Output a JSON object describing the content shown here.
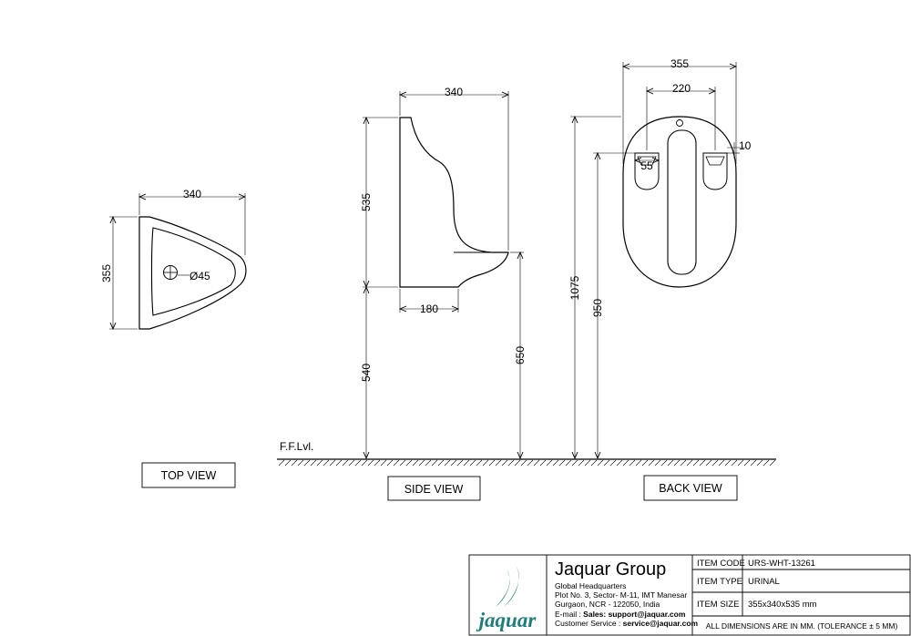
{
  "dimensions": {
    "top_width": "340",
    "top_depth": "355",
    "outlet": "Ø45",
    "side_depth": "340",
    "side_height": "535",
    "side_base": "180",
    "side_lower_height": "540",
    "side_rim_height": "650",
    "back_width": "355",
    "back_hole_spacing": "220",
    "back_edge": "10",
    "back_hole": "55",
    "back_total_height": "1075",
    "back_hole_height": "950"
  },
  "floor_label": "F.F.Lvl.",
  "views": {
    "top": "TOP VIEW",
    "side": "SIDE VIEW",
    "back": "BACK VIEW"
  },
  "title_block": {
    "company": "Jaquar Group",
    "logo_text": "jaquar",
    "address": [
      "Global Headquarters",
      "Plot No. 3, Sector- M-11, IMT Manesar",
      "Gurgaon, NCR - 122050, India"
    ],
    "email_prefix": "E-mail : ",
    "email_label": "Sales: support@jaquar.com",
    "service_prefix": "Customer Service : ",
    "service_email": "service@jaquar.com",
    "rows": [
      {
        "label": "ITEM  CODE",
        "value": "URS-WHT-13261"
      },
      {
        "label": "ITEM  TYPE",
        "value": "URINAL"
      },
      {
        "label": "ITEM  SIZE",
        "value": "355x340x535 mm"
      }
    ],
    "footer": "ALL DIMENSIONS ARE IN MM. (TOLERANCE ± 5 MM)",
    "colors": {
      "logo": "#1f7e7a",
      "line": "#000000"
    }
  }
}
